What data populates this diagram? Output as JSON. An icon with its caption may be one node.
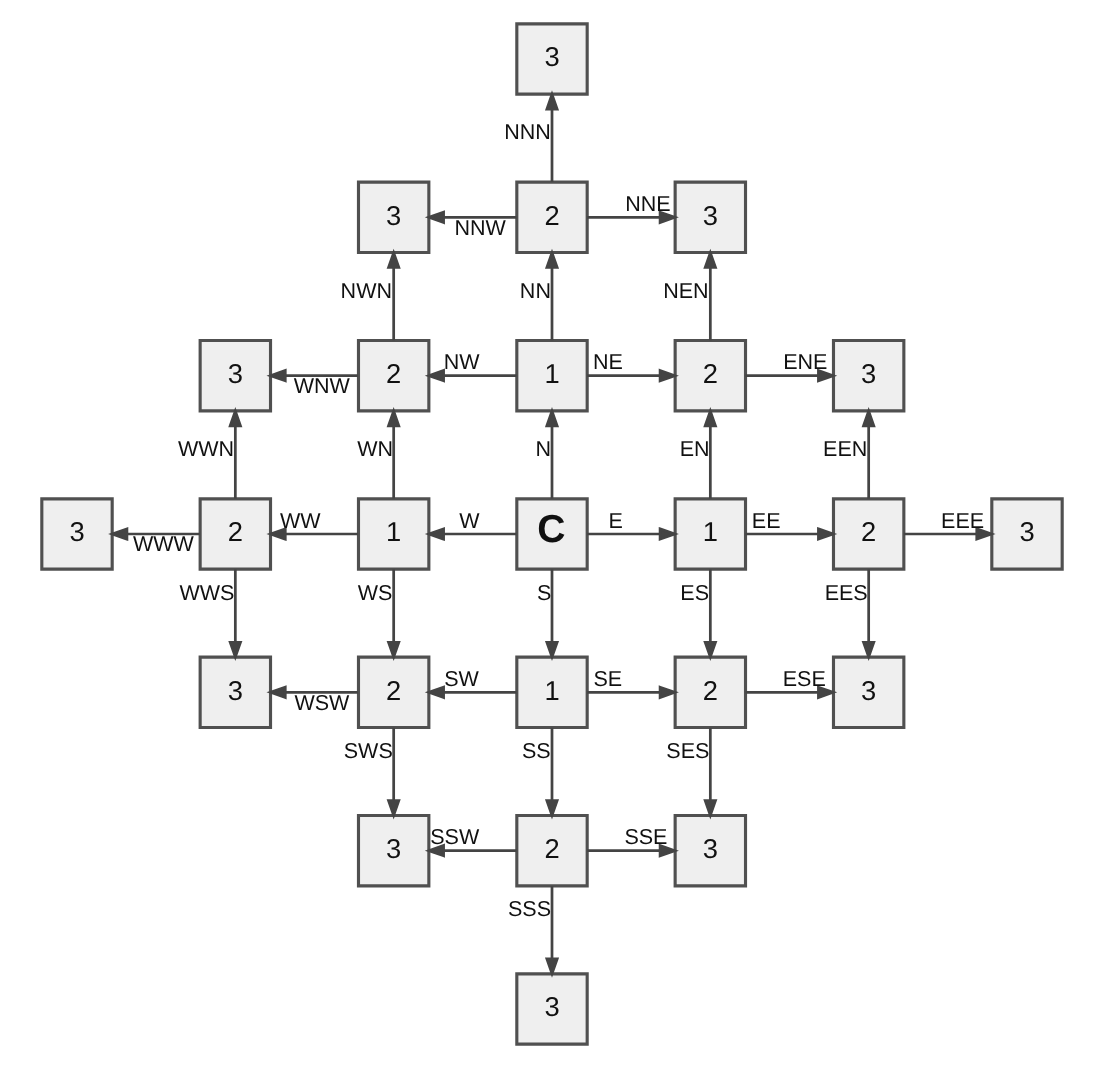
{
  "diagram": {
    "nodes": [
      {
        "text": [
          "3"
        ]
      },
      {
        "text": [
          "3"
        ]
      },
      {
        "text": [
          "2"
        ]
      },
      {
        "text": [
          "3"
        ]
      },
      {
        "text": [
          "3"
        ]
      },
      {
        "text": [
          "2"
        ]
      },
      {
        "text": [
          "1"
        ]
      },
      {
        "text": [
          "2"
        ]
      },
      {
        "text": [
          "3"
        ]
      },
      {
        "text": [
          "3"
        ]
      },
      {
        "text": [
          "2"
        ]
      },
      {
        "text": [
          "1"
        ]
      },
      {
        "text": [
          "C"
        ]
      },
      {
        "text": [
          "1"
        ]
      },
      {
        "text": [
          "2"
        ]
      },
      {
        "text": [
          "3"
        ]
      },
      {
        "text": [
          "3"
        ]
      },
      {
        "text": [
          "2"
        ]
      },
      {
        "text": [
          "1"
        ]
      },
      {
        "text": [
          "2"
        ]
      },
      {
        "text": [
          "3"
        ]
      },
      {
        "text": [
          "3"
        ]
      },
      {
        "text": [
          "2"
        ]
      },
      {
        "text": [
          "3"
        ]
      },
      {
        "text": [
          "3"
        ]
      }
    ],
    "edges": [
      {
        "from": 12,
        "to": 6,
        "arrow": "to",
        "label": "N"
      },
      {
        "from": 12,
        "to": 13,
        "arrow": "to",
        "label": "E"
      },
      {
        "from": 12,
        "to": 18,
        "arrow": "to",
        "label": "S"
      },
      {
        "from": 12,
        "to": 11,
        "arrow": "to",
        "label": "W"
      },
      {
        "from": 6,
        "to": 5,
        "arrow": "to",
        "label": "NW"
      },
      {
        "from": 6,
        "to": 2,
        "arrow": "to",
        "label": "NN"
      },
      {
        "from": 6,
        "to": 7,
        "arrow": "to",
        "label": "NE"
      },
      {
        "from": 13,
        "to": 7,
        "arrow": "to",
        "label": "EN"
      },
      {
        "from": 13,
        "to": 14,
        "arrow": "to",
        "label": "EE"
      },
      {
        "from": 13,
        "to": 19,
        "arrow": "to",
        "label": "ES"
      },
      {
        "from": 18,
        "to": 19,
        "arrow": "to",
        "label": "SE"
      },
      {
        "from": 18,
        "to": 22,
        "arrow": "to",
        "label": "SS"
      },
      {
        "from": 18,
        "to": 17,
        "arrow": "to",
        "label": "SW"
      },
      {
        "from": 11,
        "to": 5,
        "arrow": "to",
        "label": "WN"
      },
      {
        "from": 11,
        "to": 10,
        "arrow": "to",
        "label": "WW"
      },
      {
        "from": 11,
        "to": 17,
        "arrow": "to",
        "label": "WS"
      },
      {
        "from": 2,
        "to": 1,
        "arrow": "to",
        "label": "NNW"
      },
      {
        "from": 2,
        "to": 0,
        "arrow": "to",
        "label": "NNN"
      },
      {
        "from": 2,
        "to": 3,
        "arrow": "to",
        "label": "NNE"
      },
      {
        "from": 7,
        "to": 3,
        "arrow": "to",
        "label": "NEN"
      },
      {
        "from": 7,
        "to": 8,
        "arrow": "to",
        "label": "ENE"
      },
      {
        "from": 14,
        "to": 8,
        "arrow": "to",
        "label": "EEN"
      },
      {
        "from": 14,
        "to": 15,
        "arrow": "to",
        "label": "EEE"
      },
      {
        "from": 14,
        "to": 20,
        "arrow": "to",
        "label": "EES"
      },
      {
        "from": 19,
        "to": 20,
        "arrow": "to",
        "label": "ESE"
      },
      {
        "from": 19,
        "to": 23,
        "arrow": "to",
        "label": "SES"
      },
      {
        "from": 22,
        "to": 21,
        "arrow": "to",
        "label": "SSW"
      },
      {
        "from": 22,
        "to": 24,
        "arrow": "to",
        "label": "SSS"
      },
      {
        "from": 22,
        "to": 23,
        "arrow": "to",
        "label": "SSE"
      },
      {
        "from": 17,
        "to": 16,
        "arrow": "to",
        "label": "WSW"
      },
      {
        "from": 17,
        "to": 21,
        "arrow": "to",
        "label": "SWS"
      },
      {
        "from": 10,
        "to": 4,
        "arrow": "to",
        "label": "WWN"
      },
      {
        "from": 10,
        "to": 9,
        "arrow": "to",
        "label": "WWW"
      },
      {
        "from": 10,
        "to": 16,
        "arrow": "to",
        "label": "WWS"
      },
      {
        "from": 5,
        "to": 4,
        "arrow": "to",
        "label": "WNW"
      },
      {
        "from": 5,
        "to": 1,
        "arrow": "to",
        "label": "NWN"
      }
    ]
  }
}
